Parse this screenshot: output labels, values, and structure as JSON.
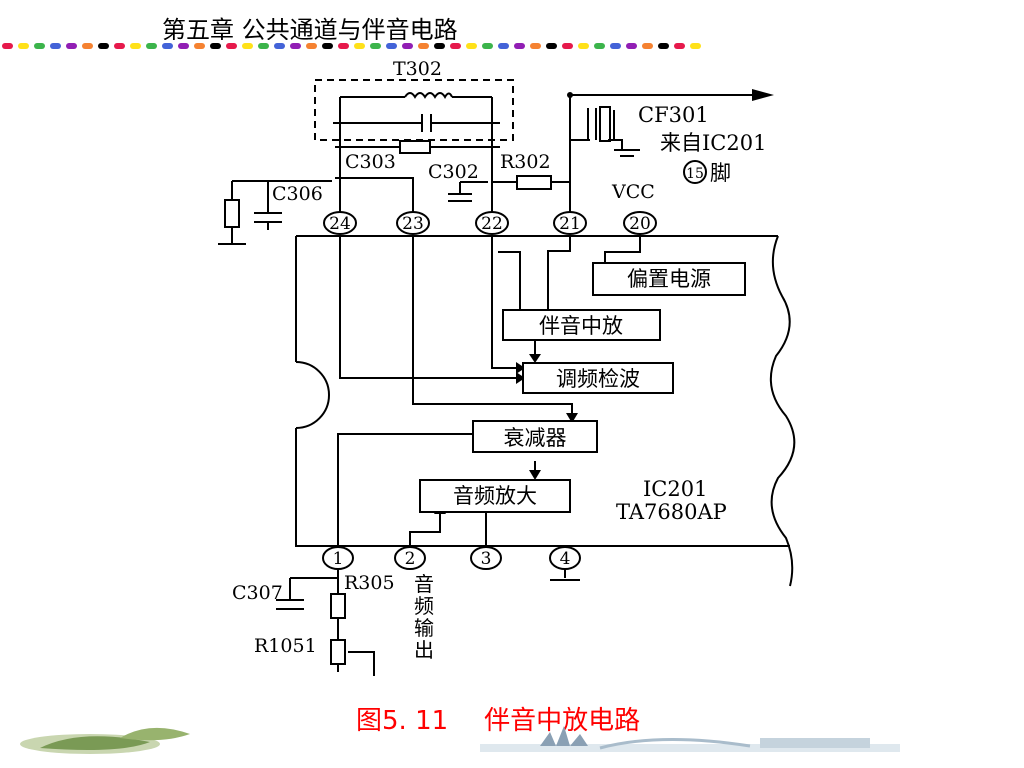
{
  "slide": {
    "title": "第五章  公共通道与伴音电路",
    "figure_number": "图5. 11",
    "figure_caption": "伴音中放电路"
  },
  "colors": {
    "caption": "#ff0000",
    "line": "#000000",
    "accent_dots": [
      "#e6194b",
      "#ffe119",
      "#3cb44b",
      "#4363d8",
      "#911eb4",
      "#f58231",
      "#000000"
    ]
  },
  "schematic": {
    "components": {
      "transformer": "T302",
      "c303": "C303",
      "c302": "C302",
      "r302": "R302",
      "c306": "C306",
      "cf301": "CF301",
      "c307": "C307",
      "r305": "R305",
      "r1051": "R1051",
      "ic_name": "IC201",
      "ic_part": "TA7680AP"
    },
    "input_note": {
      "from": "来自IC201",
      "pin_num": "15",
      "suffix": "脚"
    },
    "vcc": "VCC",
    "blocks": {
      "bias": "偏置电源",
      "sound_if": "伴音中放",
      "fm_detector": "调频检波",
      "attenuator": "衰减器",
      "audio_amp": "音频放大"
    },
    "top_pins": [
      "24",
      "23",
      "22",
      "21",
      "20"
    ],
    "bottom_pins": [
      "1",
      "2",
      "3",
      "4"
    ],
    "audio_output": [
      "音",
      "频",
      "输",
      "出"
    ]
  }
}
